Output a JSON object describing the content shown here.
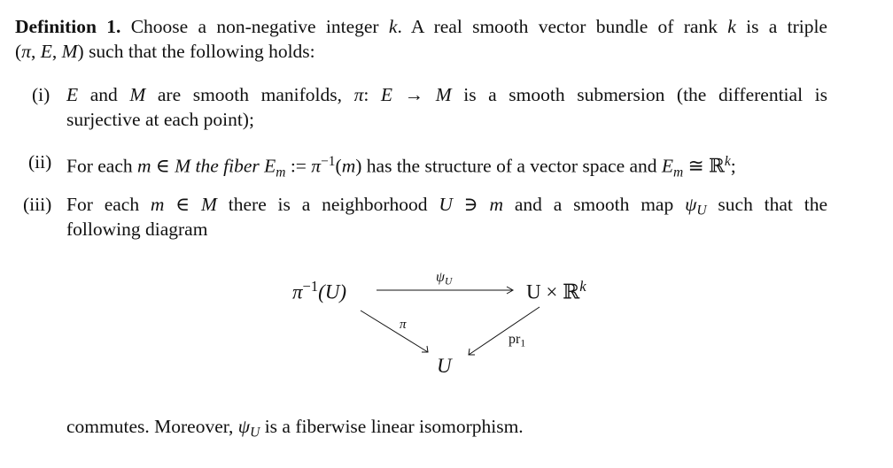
{
  "lines": {
    "l1": [
      [
        "b",
        "Definition 1."
      ],
      [
        "r",
        " Choose a non-negative integer "
      ],
      [
        "i",
        "k"
      ],
      [
        "r",
        ". A real smooth vector bundle of rank "
      ],
      [
        "i",
        "k"
      ],
      [
        "r",
        " is a triple"
      ]
    ],
    "l2": [
      [
        "r",
        "("
      ],
      [
        "i",
        "π"
      ],
      [
        "r",
        ", "
      ],
      [
        "i",
        "E"
      ],
      [
        "r",
        ", "
      ],
      [
        "i",
        "M"
      ],
      [
        "r",
        ")"
      ],
      [
        "r",
        " such that the following holds:"
      ]
    ],
    "i1": [
      [
        "i",
        "E"
      ],
      [
        "r",
        " and "
      ],
      [
        "i",
        "M"
      ],
      [
        "r",
        " are smooth manifolds, "
      ],
      [
        "i",
        "π"
      ],
      [
        "r",
        ": "
      ],
      [
        "i",
        "E"
      ],
      [
        "r",
        " → "
      ],
      [
        "i",
        "M"
      ],
      [
        "r",
        " is a smooth submersion (the differential is"
      ]
    ],
    "i1b": [
      [
        "r",
        "surjective at each point);"
      ]
    ],
    "i2": [
      [
        "r",
        "For each "
      ],
      [
        "i",
        "m"
      ],
      [
        "r",
        " ∈ "
      ],
      [
        "i",
        "M"
      ],
      [
        "i",
        " the fiber "
      ],
      [
        "i",
        "E"
      ],
      [
        "sub",
        "m"
      ],
      [
        "r",
        " := "
      ],
      [
        "i",
        "π"
      ],
      [
        "sup",
        "−1"
      ],
      [
        "r",
        "("
      ],
      [
        "i",
        "m"
      ],
      [
        "r",
        ")"
      ],
      [
        "r",
        " has the structure of a vector space and "
      ],
      [
        "i",
        "E"
      ],
      [
        "sub",
        "m"
      ],
      [
        "r",
        " ≅ ℝ"
      ],
      [
        "supi",
        "k"
      ],
      [
        "r",
        ";"
      ]
    ],
    "i3": [
      [
        "r",
        "For each "
      ],
      [
        "i",
        "m"
      ],
      [
        "r",
        " ∈ "
      ],
      [
        "i",
        "M"
      ],
      [
        "r",
        " there is a neighborhood "
      ],
      [
        "i",
        "U"
      ],
      [
        "r",
        " ∋ "
      ],
      [
        "i",
        "m"
      ],
      [
        "r",
        " and a smooth map "
      ],
      [
        "i",
        "ψ"
      ],
      [
        "sub",
        "U"
      ],
      [
        "r",
        " such that the"
      ]
    ],
    "i3b": [
      [
        "r",
        "following diagram"
      ]
    ],
    "end": [
      [
        "r",
        "commutes. Moreover, "
      ],
      [
        "i",
        "ψ"
      ],
      [
        "sub",
        "U"
      ],
      [
        "r",
        " is a fiberwise linear isomorphism."
      ]
    ]
  },
  "labels": {
    "i1": "(i)",
    "i2": "(ii)",
    "i3": "(iii)"
  },
  "diagram": {
    "source": "π",
    "source_sup": "−1",
    "source_arg": "(U)",
    "target": "U × ℝ",
    "target_sup": "k",
    "base": "U",
    "top_arrow": "ψ",
    "top_arrow_sub": "U",
    "left_arrow": "π",
    "right_arrow": "pr",
    "right_arrow_sub": "1"
  }
}
